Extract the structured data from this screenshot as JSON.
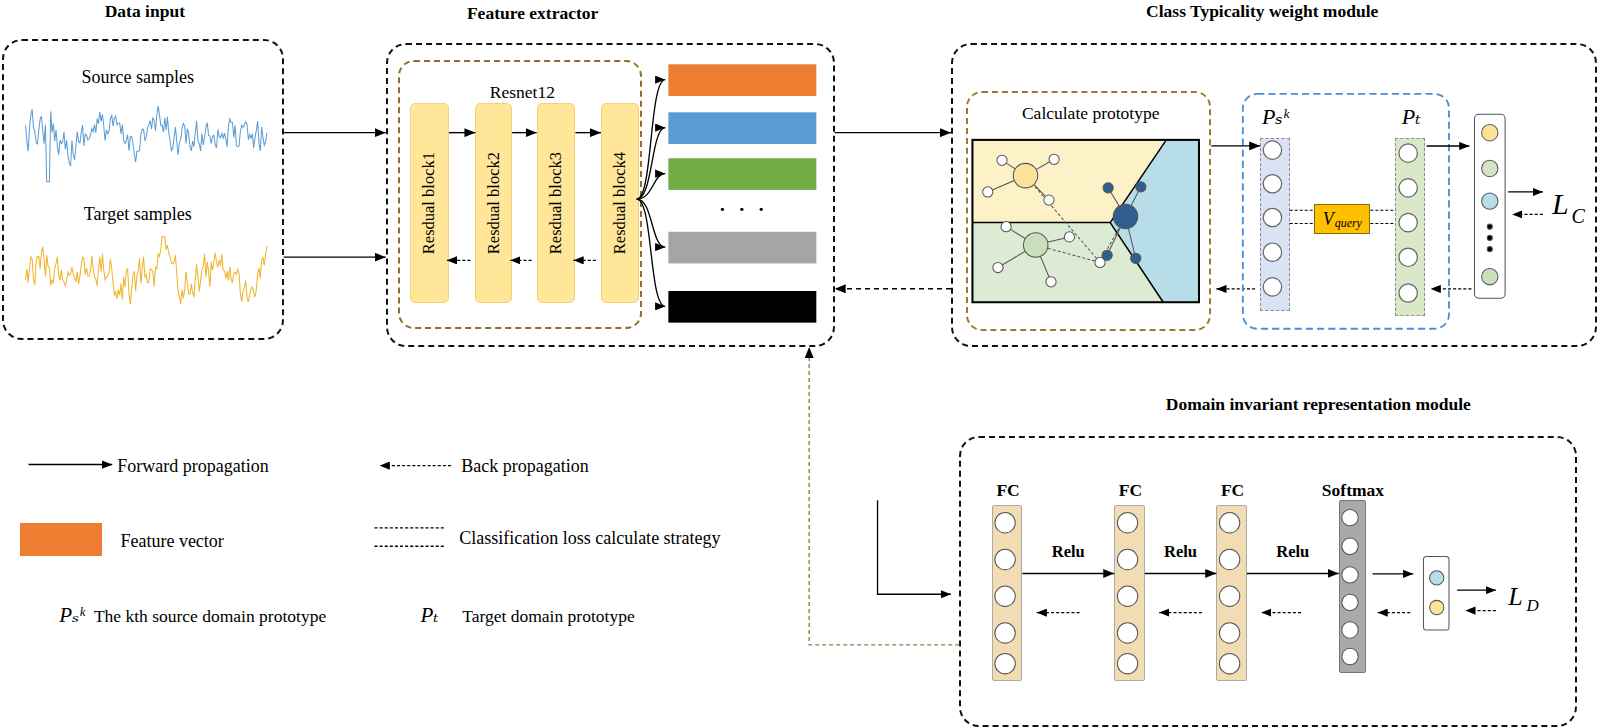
{
  "diagram": {
    "nodes": [
      {
        "text": [
          "Data input"
        ]
      },
      {
        "text": [
          "Feature extractor"
        ]
      },
      {
        "text": [
          "Resnet12"
        ],
        "in": 1
      },
      {
        "text": [
          "Resdual block1"
        ],
        "in": 2
      },
      {
        "text": [
          "Resdual block2"
        ],
        "in": 2
      },
      {
        "text": [
          "Resdual block3"
        ],
        "in": 2
      },
      {
        "text": [
          "Resdual block4"
        ],
        "in": 2
      },
      {
        "text": [
          "Class Typicality weight module"
        ]
      },
      {
        "text": [
          "Calculate prototype"
        ],
        "in": 7
      },
      {
        "text": [
          "Pₛᵏ"
        ],
        "in": 7
      },
      {
        "text": [
          "V",
          "query"
        ],
        "in": 7
      },
      {
        "text": [
          "Pₜ"
        ],
        "in": 7
      },
      {
        "text": [
          "Domain invariant representation module"
        ]
      },
      {
        "text": [
          "FC"
        ],
        "in": 12
      },
      {
        "text": [
          "FC"
        ],
        "in": 12
      },
      {
        "text": [
          "FC"
        ],
        "in": 12
      },
      {
        "text": [
          "Softmax"
        ],
        "in": 12
      }
    ],
    "edges": [
      {
        "from": 0,
        "to": 1,
        "arrow": "to"
      },
      {
        "from": 0,
        "to": 1,
        "arrow": "to"
      },
      {
        "from": 3,
        "to": 4,
        "arrow": "to"
      },
      {
        "from": 4,
        "to": 5,
        "arrow": "to"
      },
      {
        "from": 5,
        "to": 6,
        "arrow": "to"
      },
      {
        "from": 1,
        "to": 7,
        "arrow": "to"
      },
      {
        "from": 7,
        "to": 1,
        "arrow": "to"
      },
      {
        "from": 8,
        "to": 9,
        "arrow": "to"
      },
      {
        "from": 9,
        "to": 10,
        "arrow": "none"
      },
      {
        "from": 10,
        "to": 11,
        "arrow": "none"
      },
      {
        "from": 12,
        "to": 1,
        "arrow": "to"
      },
      {
        "from": 13,
        "to": 14,
        "label": "Relu",
        "arrow": "to"
      },
      {
        "from": 14,
        "to": 15,
        "label": "Relu",
        "arrow": "to"
      },
      {
        "from": 15,
        "to": 16,
        "label": "Relu",
        "arrow": "to"
      }
    ],
    "labels": [
      "Source samples",
      "Target samples",
      "L",
      "C",
      "L",
      "D",
      "Pₛᵏ",
      "The kth source domain prototype",
      "Pₜ",
      "Target domain prototype"
    ],
    "legend": [
      {
        "text": "Forward propagation"
      },
      {
        "text": "Back propagation"
      },
      {
        "text": "Feature vector",
        "color": "#ed7d31"
      },
      {
        "text": "Classification loss calculate strategy"
      }
    ]
  }
}
